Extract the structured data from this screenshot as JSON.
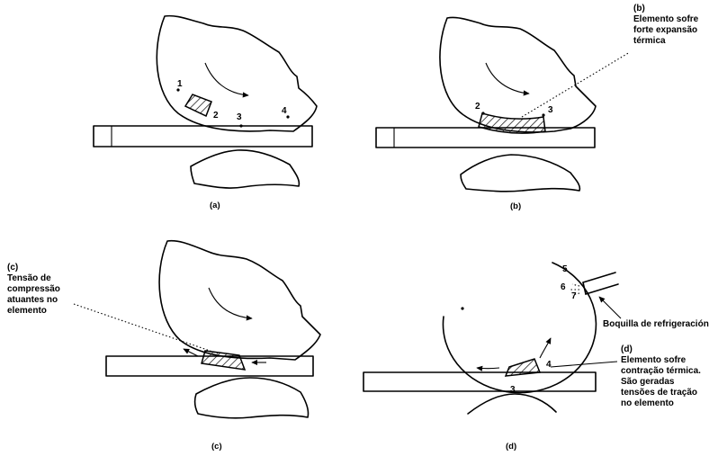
{
  "panels": {
    "a": {
      "caption": "(a)",
      "points": [
        "1",
        "2",
        "3",
        "4"
      ]
    },
    "b": {
      "caption": "(b)",
      "points": [
        "2",
        "3"
      ],
      "annotation": {
        "tag": "(b)",
        "lines": [
          "Elemento sofre",
          "forte expansão",
          "térmica"
        ]
      }
    },
    "c": {
      "caption": "(c)",
      "annotation": {
        "tag": "(c)",
        "lines": [
          "Tensão de",
          "compressão",
          "atuantes no",
          "elemento"
        ]
      }
    },
    "d": {
      "caption": "(d)",
      "points": [
        "5",
        "6",
        "7",
        "4",
        "3"
      ],
      "nozzle_label": "Boquilla de refrigeración",
      "annotation": {
        "tag": "(d)",
        "lines": [
          "Elemento sofre",
          "contração térmica.",
          "São geradas",
          "tensões de tração",
          "no elemento"
        ]
      }
    }
  }
}
